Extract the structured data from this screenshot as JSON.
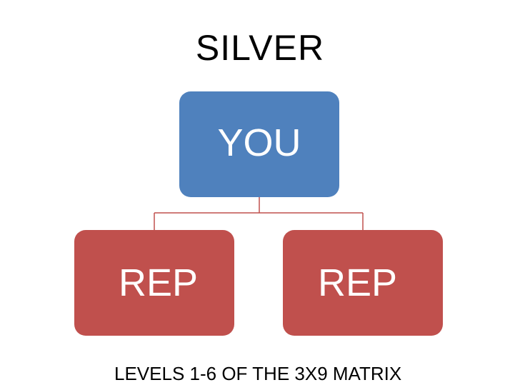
{
  "title": "SILVER",
  "nodes": {
    "top": {
      "label": "YOU",
      "color": "#4F81BD"
    },
    "left": {
      "label": "REP",
      "color": "#C0504D"
    },
    "right": {
      "label": "REP",
      "color": "#C0504D"
    }
  },
  "connector_color": "#C0504D",
  "footer": "LEVELS 1-6 OF THE 3X9 MATRIX"
}
